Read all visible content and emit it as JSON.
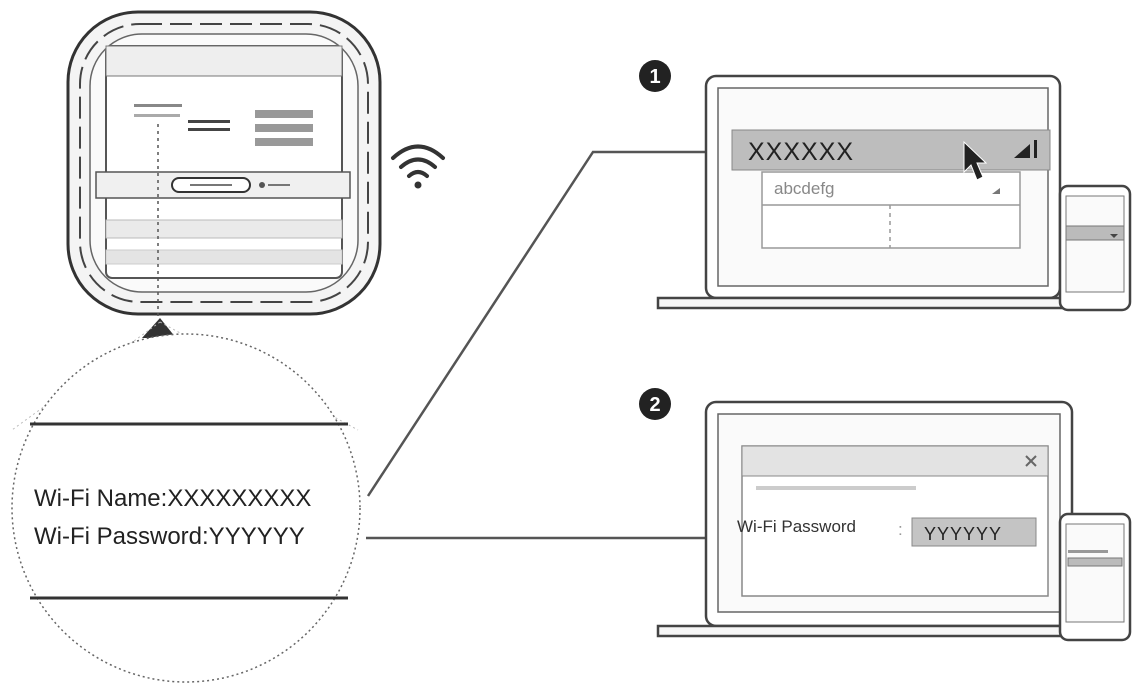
{
  "router_label": {
    "wifi_name_line": "Wi-Fi Name:XXXXXXXXX",
    "wifi_password_line": "Wi-Fi Password:YYYYYY"
  },
  "step1": {
    "number": "1",
    "network_name": "XXXXXX",
    "other_network": "abcdefg"
  },
  "step2": {
    "number": "2",
    "password_label": "Wi-Fi Password",
    "separator": ":",
    "password_value": "YYYYYY"
  },
  "icons": {
    "wifi": "wifi-icon",
    "signal": "signal-icon",
    "cursor": "cursor-icon",
    "close": "close-icon"
  },
  "colors": {
    "line": "#333333",
    "panel_gray": "#bdbdbd",
    "light_gray": "#e3e3e3",
    "badge": "#222222"
  }
}
